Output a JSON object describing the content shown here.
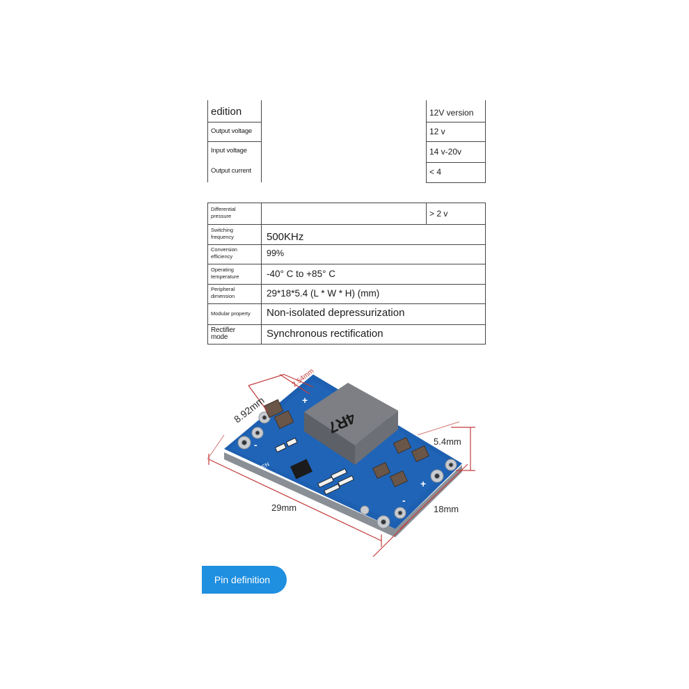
{
  "table": {
    "rows": [
      {
        "label": "edition",
        "value": "12V version"
      },
      {
        "label": "Output voltage",
        "value": "12 v"
      },
      {
        "label": "Input voltage",
        "value": "14 v-20v"
      },
      {
        "label": "Output current",
        "value": "< 4"
      },
      {
        "label": "Differential pressure",
        "value": "> 2 v"
      },
      {
        "label": "Switching frequency",
        "value": "500KHz"
      },
      {
        "label": "Conversion efficiency",
        "value": "99%"
      },
      {
        "label": "Operating temperature",
        "value": "-40° C to +85° C"
      },
      {
        "label": "Peripheral dimension",
        "value": "29*18*5.4 (L * W * H) (mm)"
      },
      {
        "label": "Modular property",
        "value": "Non-isolated depressurization"
      },
      {
        "label": "Rectifier mode",
        "value": "Synchronous rectification"
      }
    ]
  },
  "product": {
    "dimensions": {
      "pitch": "2.54mm",
      "top_width": "8.92mm",
      "height": "5.4mm",
      "length": "29mm",
      "width": "18mm"
    },
    "inductor_marking": "4R7",
    "pin_labels": {
      "plus": "+",
      "minus": "-",
      "en": "EN"
    }
  },
  "pin_button": {
    "label": "Pin definition"
  },
  "colors": {
    "pcb_blue": "#1d5fb0",
    "button_blue": "#1f8fe0"
  }
}
